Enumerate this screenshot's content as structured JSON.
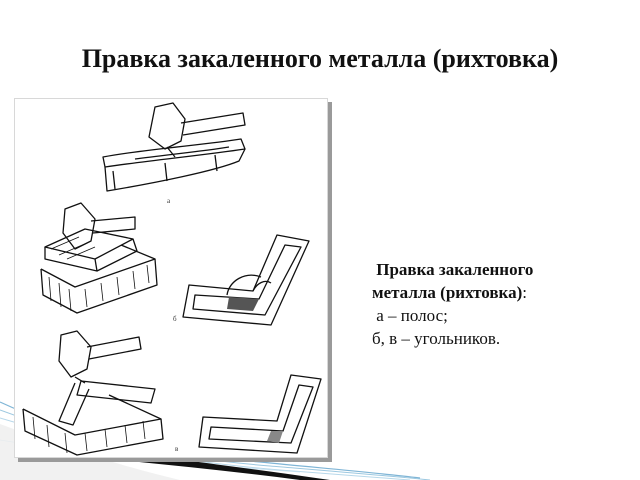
{
  "slide": {
    "title": "Правка закаленного металла (рихтовка)"
  },
  "figure": {
    "label_a": "а",
    "label_b": "б",
    "label_c": "в"
  },
  "caption": {
    "heading": "Правка закаленного металла (рихтовка)",
    "heading_suffix": ":",
    "item_a": "а – полос;",
    "item_bc": "б, в – угольников."
  }
}
